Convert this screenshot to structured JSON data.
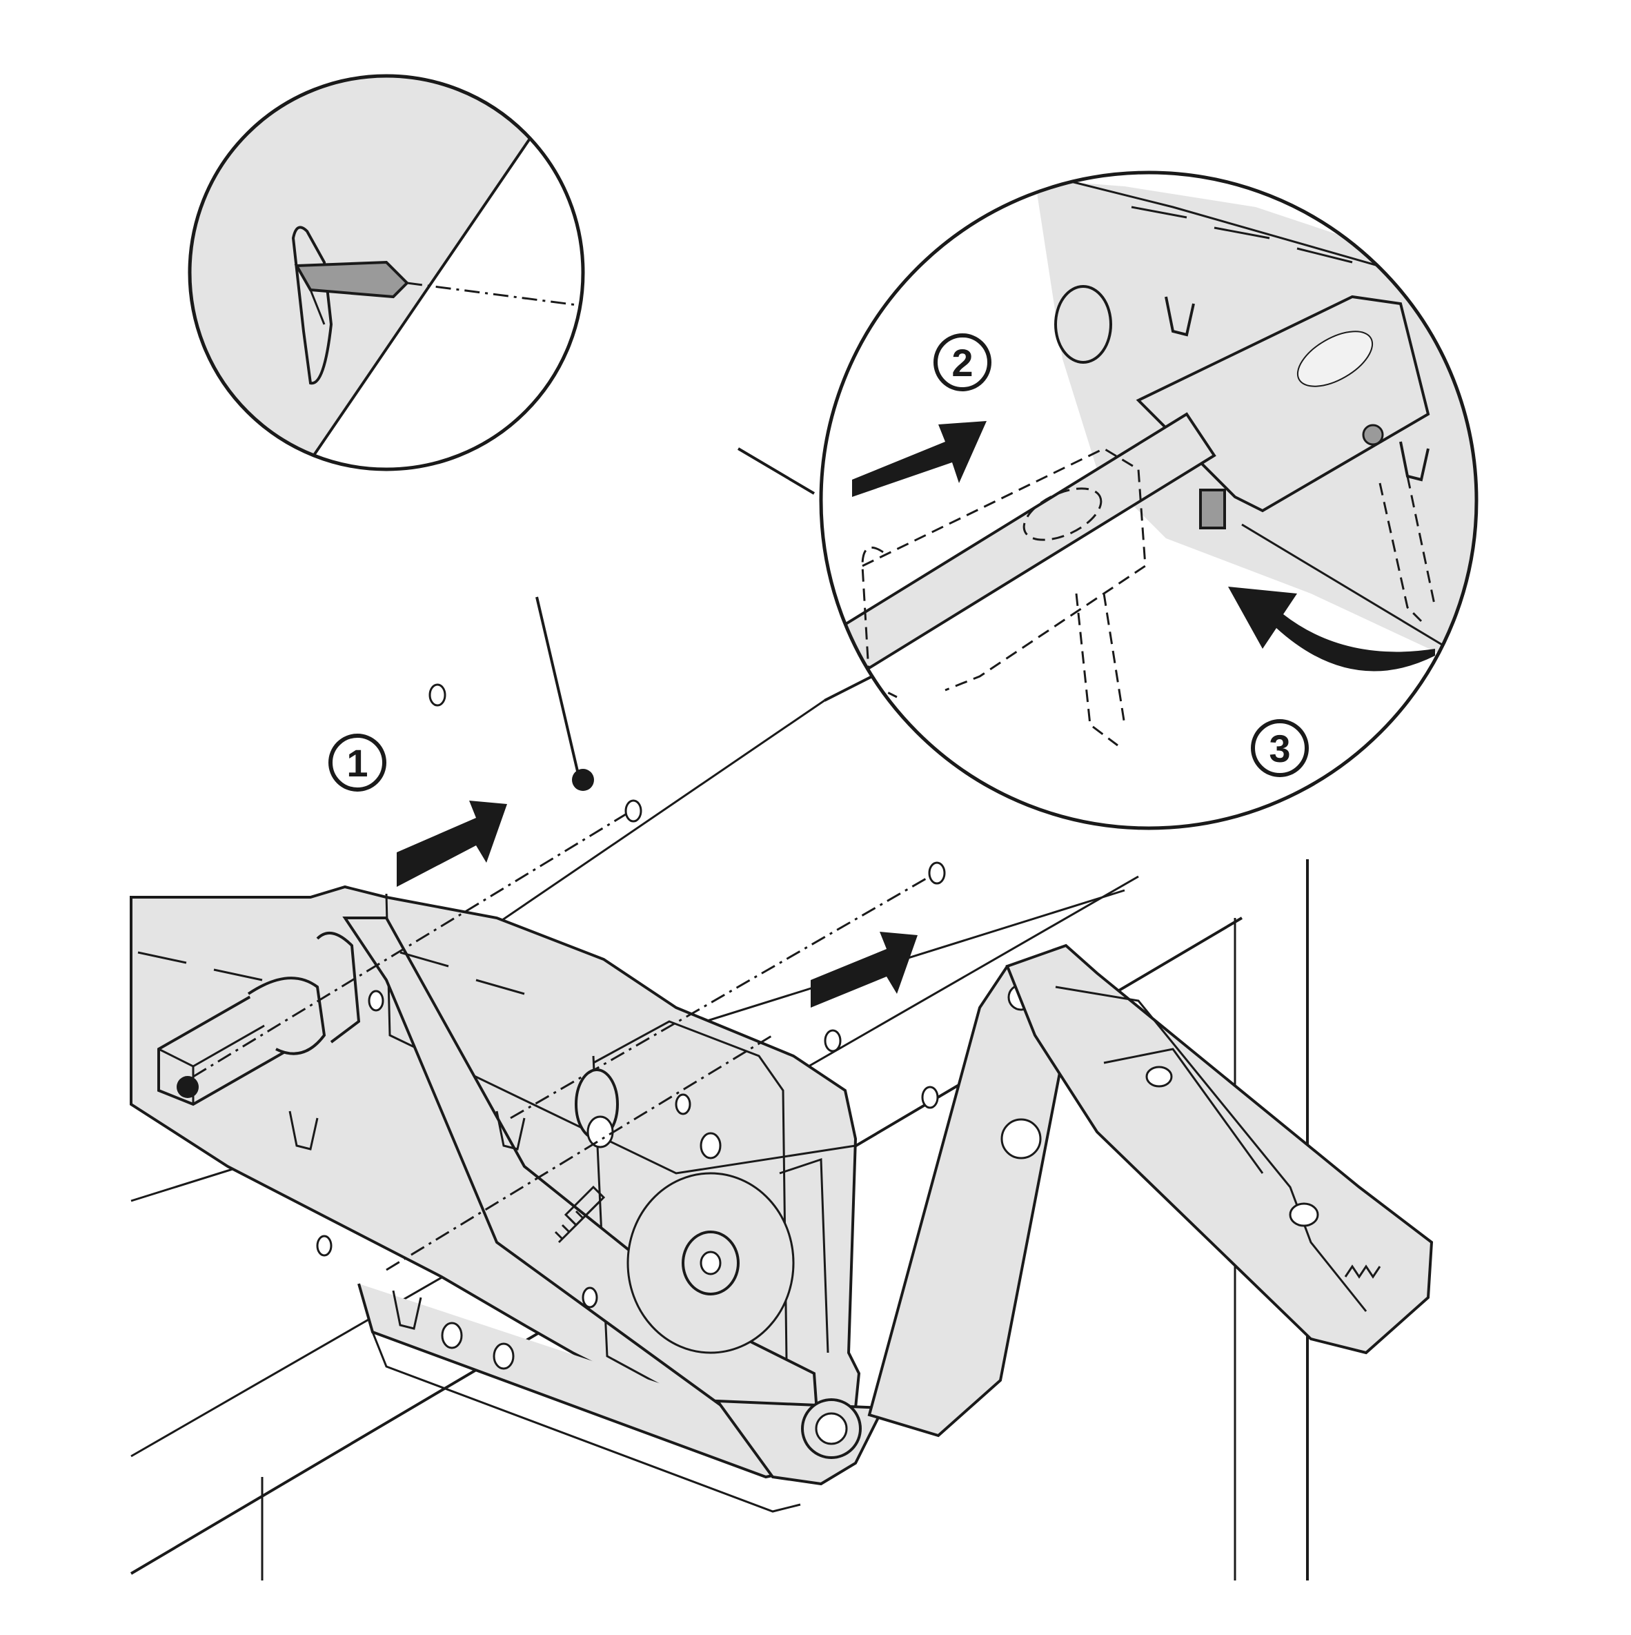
{
  "figure": {
    "colors": {
      "line": "#1a1a1a",
      "part_fill": "#e4e4e4",
      "arrow": "#1a1a1a",
      "insert_fill": "#9a9a9a",
      "background": "#ffffff"
    }
  },
  "steps": [
    {
      "number": "1",
      "icon": "push-arrow-icon",
      "action": "slide-on"
    },
    {
      "number": "2",
      "icon": "push-arrow-icon",
      "action": "push-in"
    },
    {
      "number": "3",
      "icon": "curved-arrow-icon",
      "action": "rotate-lock"
    }
  ]
}
